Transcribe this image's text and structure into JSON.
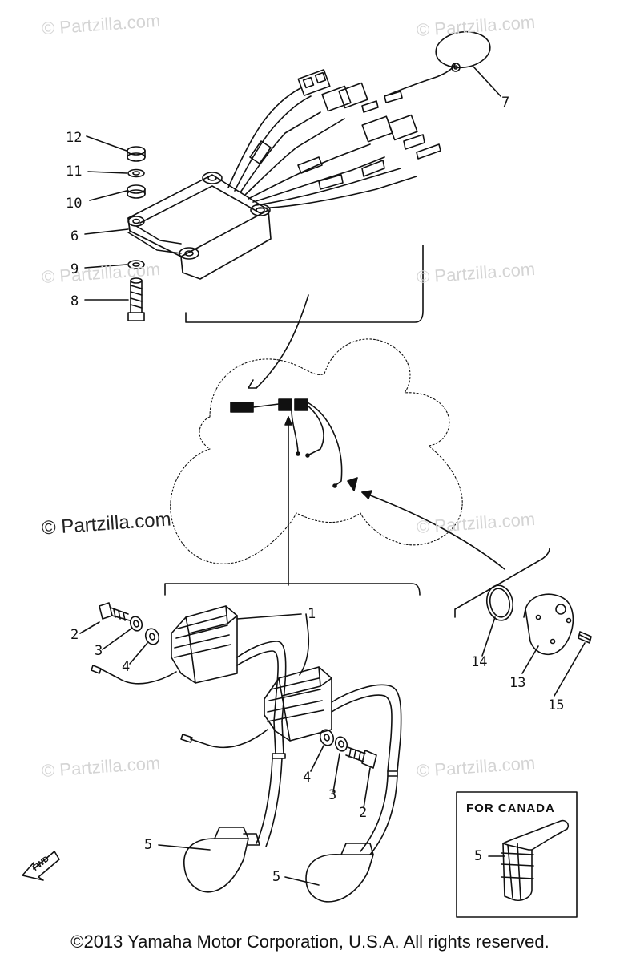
{
  "watermarks": {
    "text": "© Partzilla.com",
    "main": "© Partzilla.com"
  },
  "callouts": {
    "c1": "1",
    "c2a": "2",
    "c2b": "2",
    "c3a": "3",
    "c3b": "3",
    "c4a": "4",
    "c4b": "4",
    "c5a": "5",
    "c5b": "5",
    "c5c": "5",
    "c6": "6",
    "c7": "7",
    "c8": "8",
    "c9": "9",
    "c10": "10",
    "c11": "11",
    "c12": "12",
    "c13": "13",
    "c14": "14",
    "c15": "15"
  },
  "inset": {
    "label": "FOR CANADA"
  },
  "fwd_label": "FWD",
  "copyright": "©2013 Yamaha Motor Corporation, U.S.A. All rights reserved.",
  "colors": {
    "line": "#111111",
    "watermark": "#d4d4d4",
    "background": "#ffffff"
  }
}
